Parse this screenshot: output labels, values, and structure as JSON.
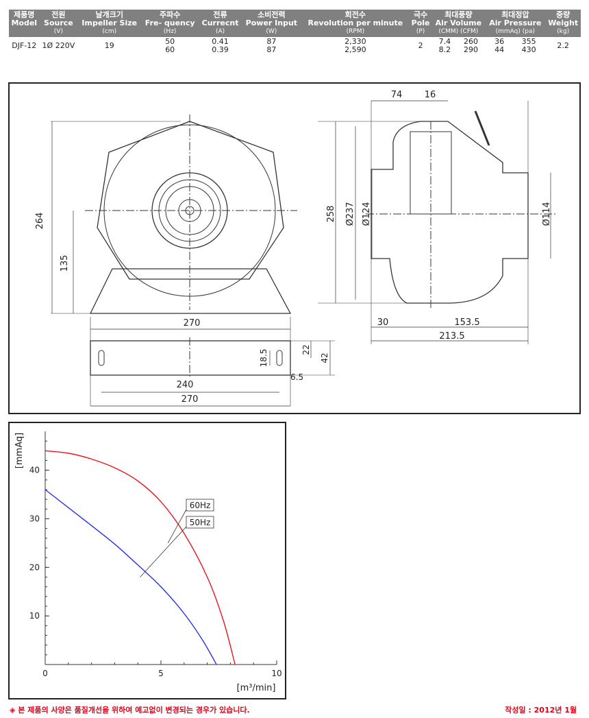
{
  "table": {
    "headers": [
      {
        "ko": "제품명",
        "en": "Model",
        "unit": ""
      },
      {
        "ko": "전원",
        "en": "Source",
        "unit": "(V)"
      },
      {
        "ko": "날개크기",
        "en": "Impeller Size",
        "unit": "(cm)"
      },
      {
        "ko": "주파수",
        "en": "Fre- quency",
        "unit": "(Hz)"
      },
      {
        "ko": "전류",
        "en": "Currecnt",
        "unit": "(A)"
      },
      {
        "ko": "소비전력",
        "en": "Power Input",
        "unit": "(W)"
      },
      {
        "ko": "회전수",
        "en": "Revolution per minute",
        "unit": "(RPM)"
      },
      {
        "ko": "극수",
        "en": "Pole",
        "unit": "(P)"
      },
      {
        "ko": "최대풍량",
        "en": "Air Volume",
        "unit": "(CMM)   (CFM)"
      },
      {
        "ko": "최대정압",
        "en": "Air Pressure",
        "unit": "(mmAq)   (pa)"
      },
      {
        "ko": "중량",
        "en": "Weight",
        "unit": "(kg)"
      }
    ],
    "row": {
      "model": "DJF-12",
      "source": "1Ø 220V",
      "size": "19",
      "freq": [
        "50",
        "60"
      ],
      "current": [
        "0.41",
        "0.39"
      ],
      "power": [
        "87",
        "87"
      ],
      "rpm": [
        "2,330",
        "2,590"
      ],
      "pole": "2",
      "cmm": [
        "7.4",
        "8.2"
      ],
      "cfm": [
        "260",
        "290"
      ],
      "mmaq": [
        "36",
        "44"
      ],
      "pa": [
        "355",
        "430"
      ],
      "weight": "2.2"
    }
  },
  "drawing": {
    "front": {
      "height": "264",
      "center_height": "135",
      "width": "270"
    },
    "base": {
      "slot_pitch": "240",
      "width": "270",
      "slot_len": "18.5",
      "slot_offset": "22",
      "depth": "42",
      "slot_w": "6.5"
    },
    "side": {
      "d1": "74",
      "d2": "16",
      "height": "258",
      "outer_dia": "Ø237",
      "inlet_dia": "Ø124",
      "outlet_dia": "Ø114",
      "inlet_len": "30",
      "body_len": "153.5",
      "total_len": "213.5"
    }
  },
  "chart_data": {
    "type": "line",
    "xlabel": "[m³/min]",
    "ylabel": "[mmAq]",
    "xlim": [
      0,
      10
    ],
    "ylim": [
      0,
      48
    ],
    "xticks": [
      "0",
      "5",
      "10"
    ],
    "yticks": [
      "10",
      "20",
      "30",
      "40"
    ],
    "series": [
      {
        "name": "60Hz",
        "color": "#e8141c",
        "x": [
          0,
          1,
          2,
          3,
          4,
          5,
          6,
          7,
          7.7,
          8.2
        ],
        "y": [
          44,
          43.5,
          42.3,
          40.5,
          37.8,
          33.5,
          27,
          18,
          9,
          0
        ]
      },
      {
        "name": "50Hz",
        "color": "#2431e8",
        "x": [
          0,
          1,
          2,
          3,
          4,
          5,
          6,
          6.8,
          7.4
        ],
        "y": [
          36,
          32.3,
          28.6,
          24.8,
          20.5,
          16,
          10.5,
          5,
          0
        ]
      }
    ]
  },
  "footer": {
    "notice": "◈ 본 제품의 사양은 품질개선을 위하여 예고없이 변경되는 경우가 있습니다.",
    "date": "작성일 : 2012년 1월"
  }
}
